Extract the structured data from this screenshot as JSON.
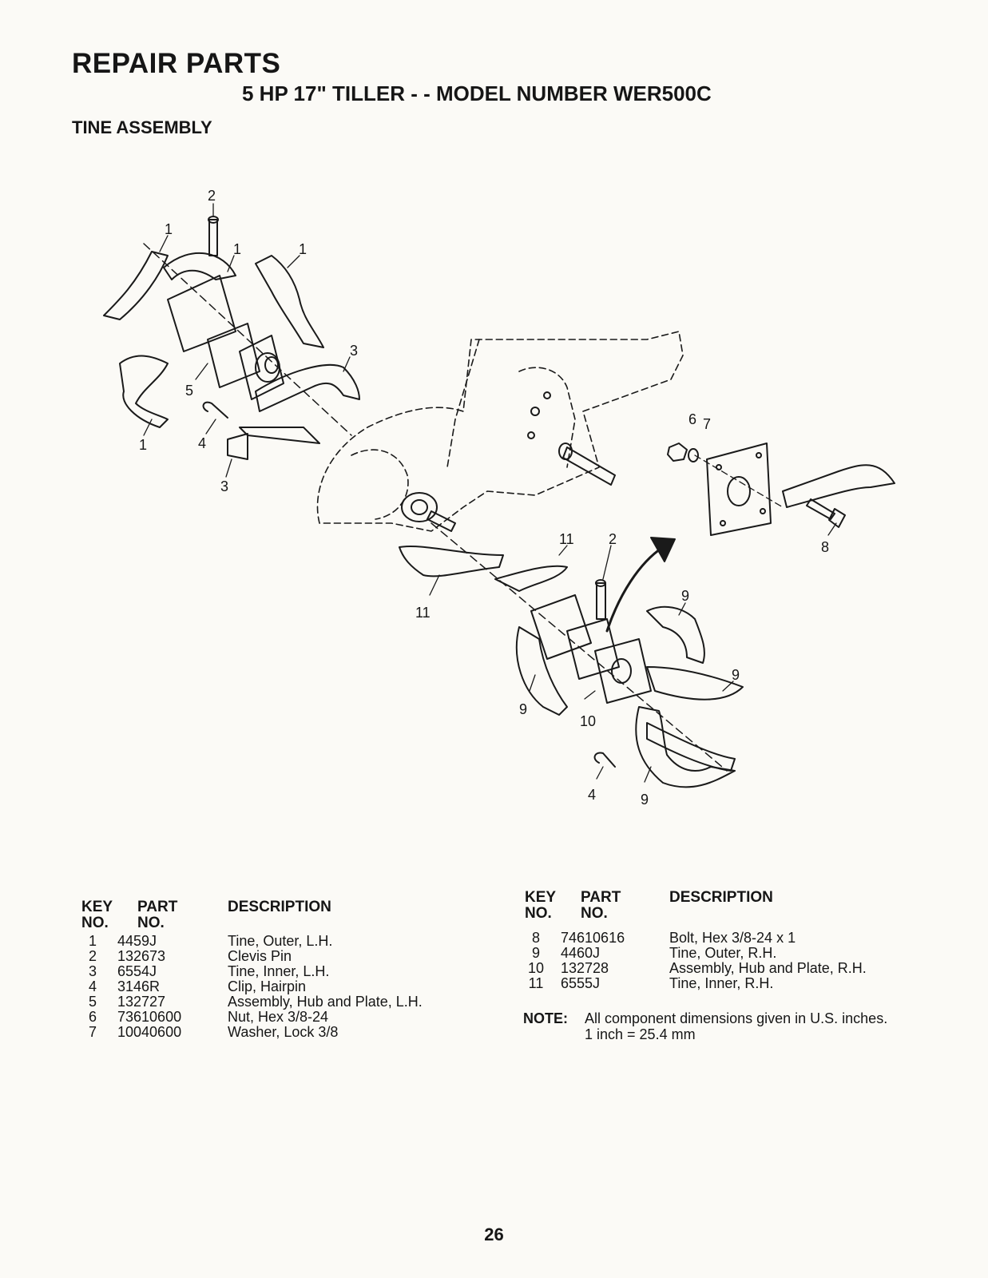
{
  "header": {
    "title": "REPAIR PARTS",
    "subtitle": "5 HP 17\" TILLER - - MODEL NUMBER WER500C",
    "section": "TINE ASSEMBLY"
  },
  "diagram": {
    "callouts": [
      "1",
      "1",
      "1",
      "1",
      "2",
      "2",
      "3",
      "3",
      "4",
      "4",
      "5",
      "6",
      "7",
      "8",
      "9",
      "9",
      "9",
      "9",
      "10",
      "11",
      "11"
    ]
  },
  "table_headers": {
    "key_line1": "KEY",
    "key_line2": "NO.",
    "part_line1": "PART",
    "part_line2": "NO.",
    "description": "DESCRIPTION"
  },
  "parts_left": [
    {
      "key": "1",
      "part": "4459J",
      "desc": "Tine, Outer, L.H."
    },
    {
      "key": "2",
      "part": "132673",
      "desc": "Clevis Pin"
    },
    {
      "key": "3",
      "part": "6554J",
      "desc": "Tine, Inner, L.H."
    },
    {
      "key": "4",
      "part": "3146R",
      "desc": "Clip, Hairpin"
    },
    {
      "key": "5",
      "part": "132727",
      "desc": "Assembly, Hub and Plate, L.H."
    },
    {
      "key": "6",
      "part": "73610600",
      "desc": "Nut, Hex  3/8-24"
    },
    {
      "key": "7",
      "part": "10040600",
      "desc": "Washer, Lock 3/8"
    }
  ],
  "parts_right": [
    {
      "key": "8",
      "part": "74610616",
      "desc": "Bolt, Hex  3/8-24 x 1"
    },
    {
      "key": "9",
      "part": "4460J",
      "desc": "Tine, Outer, R.H."
    },
    {
      "key": "10",
      "part": "132728",
      "desc": "Assembly, Hub and Plate, R.H."
    },
    {
      "key": "11",
      "part": "6555J",
      "desc": "Tine, Inner, R.H."
    }
  ],
  "note": {
    "label": "NOTE:",
    "line1": "All component dimensions given in U.S. inches.",
    "line2": "1 inch = 25.4 mm"
  },
  "page_number": "26"
}
